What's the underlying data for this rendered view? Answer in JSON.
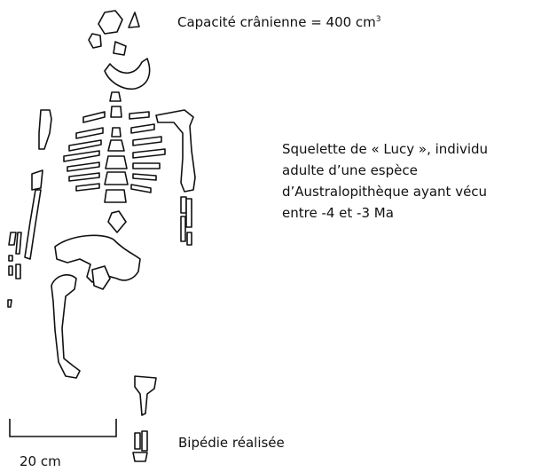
{
  "cranial_capacity": {
    "text": "Capacité crânienne = 400 cm",
    "exponent": "3"
  },
  "description": {
    "lines": [
      "Squelette de « Lucy », individu",
      "adulte d’une espèce",
      "d’Australopithèque ayant vécu",
      "entre -4 et -3 Ma"
    ]
  },
  "bipedalism": "Bipédie réalisée",
  "scale_bar": {
    "label": "20 cm"
  }
}
